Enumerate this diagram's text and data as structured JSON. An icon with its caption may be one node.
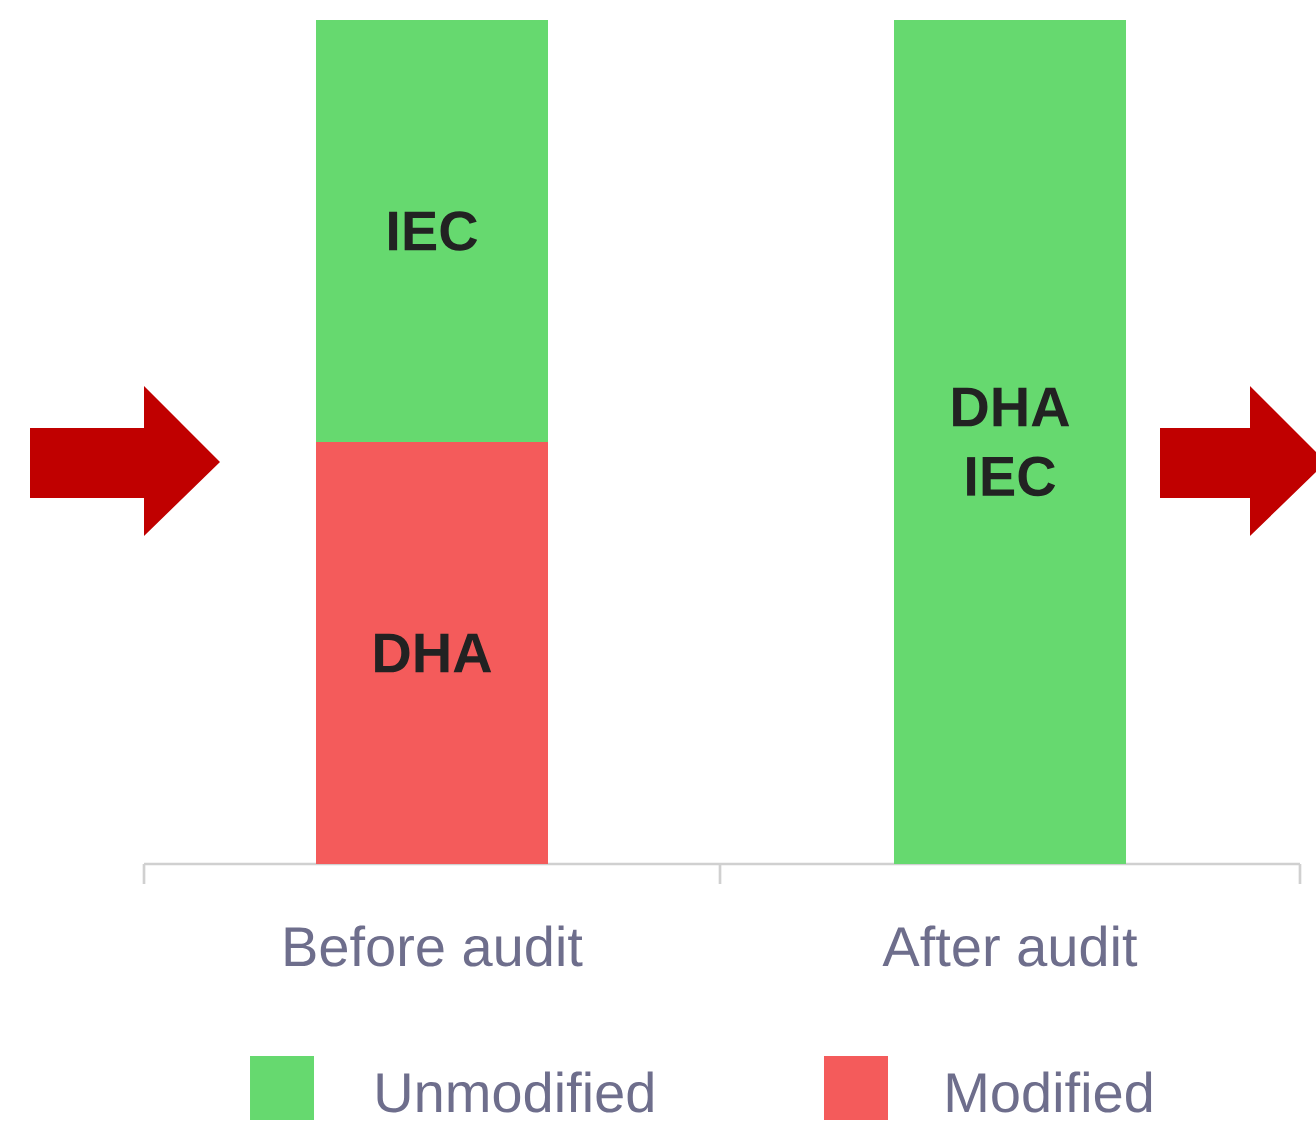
{
  "diagram": {
    "nodes": [
      {
        "text": [
          "IEC"
        ]
      },
      {
        "text": [
          "DHA"
        ]
      },
      {
        "text": [
          "DHA IEC"
        ]
      }
    ],
    "edges": [],
    "labels": [
      "Before audit",
      "After audit"
    ],
    "legend": [
      {
        "text": "Unmodified",
        "color": "#66d96f"
      },
      {
        "text": "Modified",
        "color": "#f45b5b"
      }
    ]
  }
}
